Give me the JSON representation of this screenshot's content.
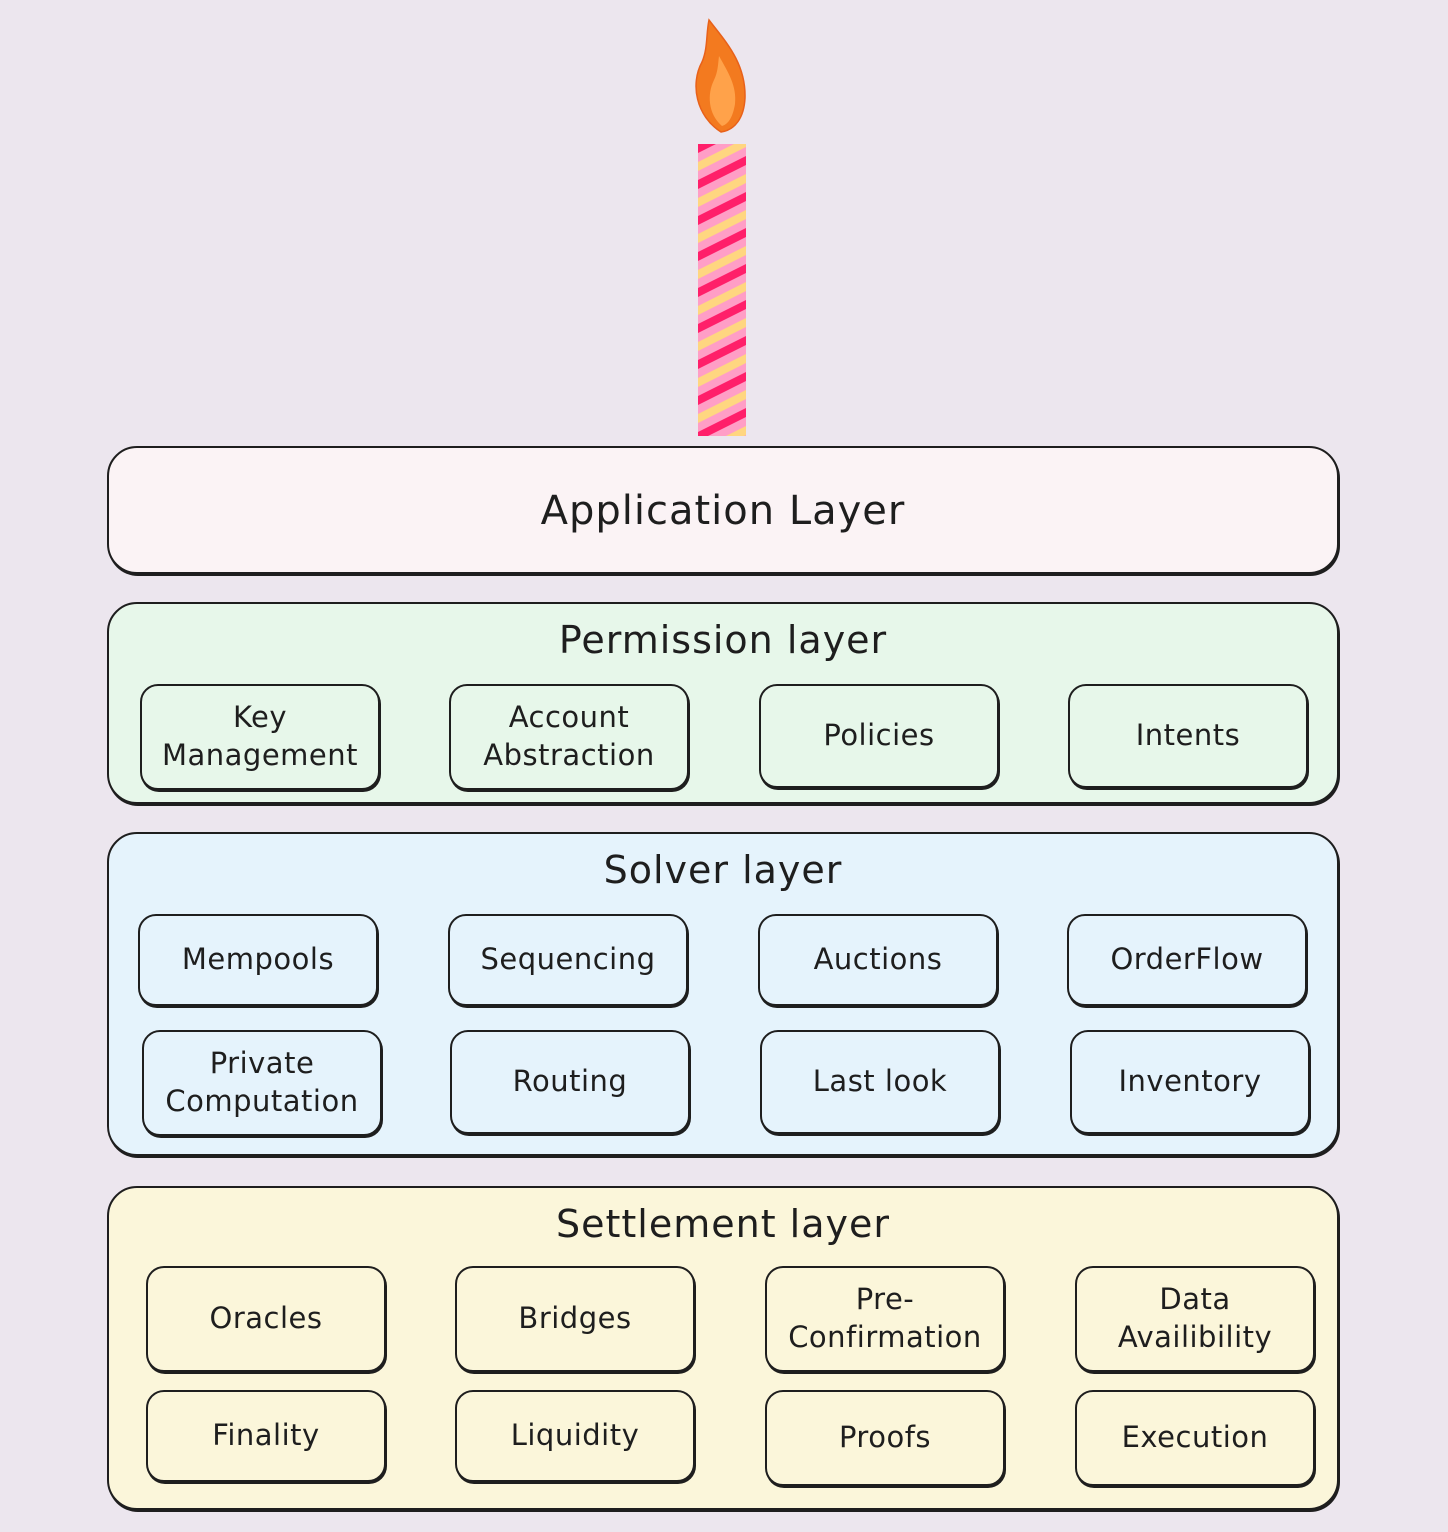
{
  "colors": {
    "background": "#ece6ee",
    "application_fill": "#fbf3f5",
    "permission_fill": "#e7f7ea",
    "solver_fill": "#e5f3fc",
    "settlement_fill": "#fbf6da",
    "candle_pink": "#ff1f6a",
    "candle_light_pink": "#ff9ec6",
    "candle_yellow": "#ffd680",
    "flame_orange": "#f37a1f"
  },
  "candle": {
    "icon": "candle-icon",
    "flame_icon": "flame-icon"
  },
  "application_layer": {
    "title": "Application Layer"
  },
  "permission_layer": {
    "title": "Permission layer",
    "items": [
      "Key\nManagement",
      "Account\nAbstraction",
      "Policies",
      "Intents"
    ]
  },
  "solver_layer": {
    "title": "Solver layer",
    "items": [
      "Mempools",
      "Sequencing",
      "Auctions",
      "OrderFlow",
      "Private\nComputation",
      "Routing",
      "Last look",
      "Inventory"
    ]
  },
  "settlement_layer": {
    "title": "Settlement layer",
    "items": [
      "Oracles",
      "Bridges",
      "Pre-\nConfirmation",
      "Data\nAvailibility",
      "Finality",
      "Liquidity",
      "Proofs",
      "Execution"
    ]
  }
}
